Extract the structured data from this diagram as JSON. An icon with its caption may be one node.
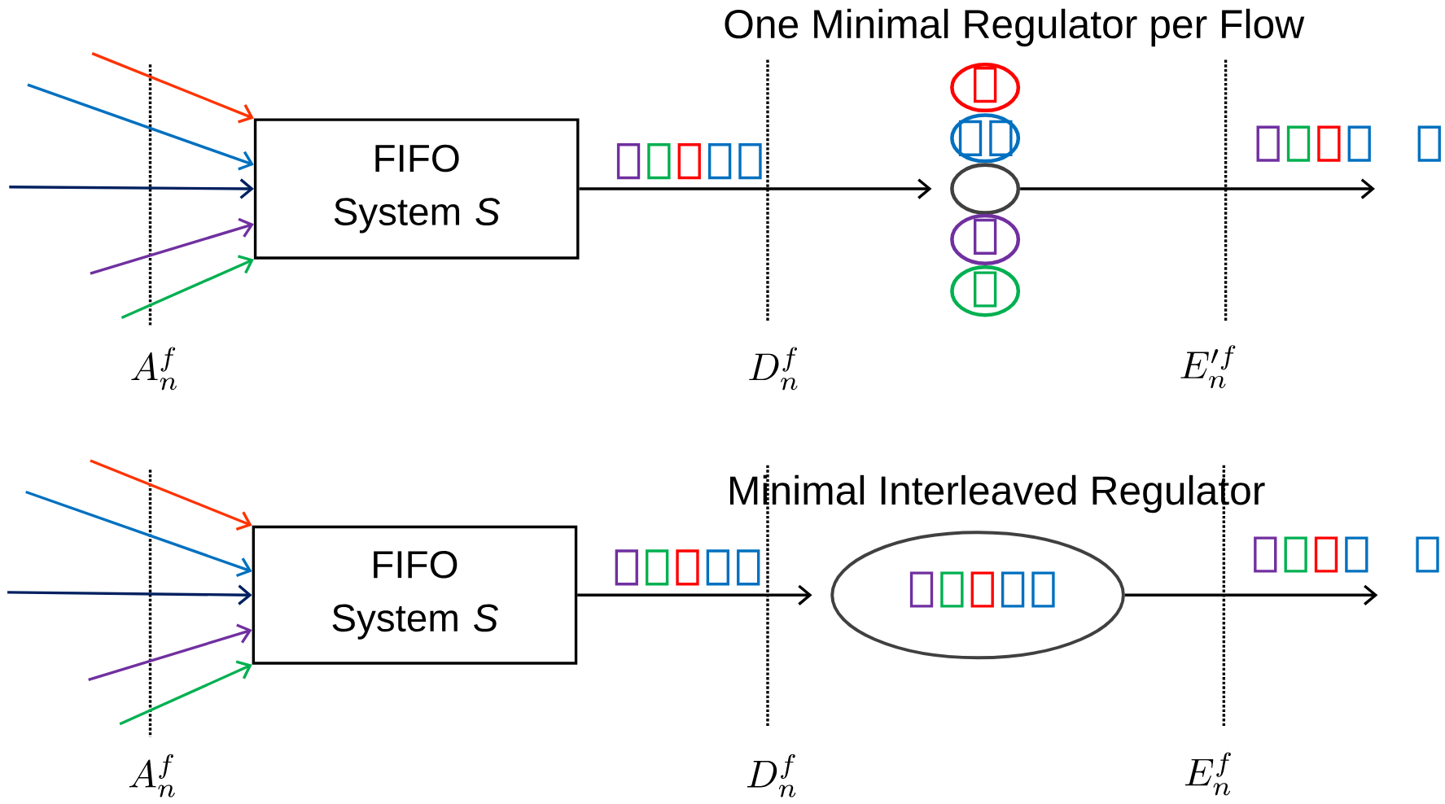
{
  "diagram": {
    "nodes": [
      {
        "text": [
          "FIFO System *S*"
        ]
      },
      {
        "text": [],
        "shape": "ellipse"
      },
      {
        "text": [],
        "shape": "ellipse"
      },
      {
        "text": [],
        "shape": "ellipse"
      },
      {
        "text": [],
        "shape": "ellipse"
      },
      {
        "text": [],
        "shape": "ellipse"
      },
      {
        "text": [
          "FIFO System *S*"
        ]
      },
      {
        "text": [],
        "shape": "ellipse",
        "beside": [
          "Minimal Interleaved Regulator"
        ]
      }
    ],
    "edges": [
      {
        "from": null,
        "to": 0,
        "arrow": "to",
        "color": "#ff3300"
      },
      {
        "from": null,
        "to": 0,
        "arrow": "to",
        "color": "#0070c0"
      },
      {
        "from": null,
        "to": 0,
        "arrow": "to",
        "color": "#002060"
      },
      {
        "from": null,
        "to": 0,
        "arrow": "to",
        "color": "#7030a0"
      },
      {
        "from": null,
        "to": 0,
        "arrow": "to",
        "color": "#00b050"
      },
      {
        "from": 0,
        "to": 3,
        "arrow": "to"
      },
      {
        "from": 3,
        "to": null,
        "arrow": "to"
      },
      {
        "from": null,
        "to": 6,
        "arrow": "to",
        "color": "#ff3300"
      },
      {
        "from": null,
        "to": 6,
        "arrow": "to",
        "color": "#0070c0"
      },
      {
        "from": null,
        "to": 6,
        "arrow": "to",
        "color": "#002060"
      },
      {
        "from": null,
        "to": 6,
        "arrow": "to",
        "color": "#7030a0"
      },
      {
        "from": null,
        "to": 6,
        "arrow": "to",
        "color": "#00b050"
      },
      {
        "from": 6,
        "to": 7,
        "arrow": "to"
      },
      {
        "from": 7,
        "to": null,
        "arrow": "to"
      }
    ],
    "labels": [
      "One Minimal Regulator per Flow",
      "A_n^f",
      "D_n^f",
      "E_n^{\\prime f}",
      "A_n^f",
      "D_n^f",
      "E_n^f"
    ]
  }
}
